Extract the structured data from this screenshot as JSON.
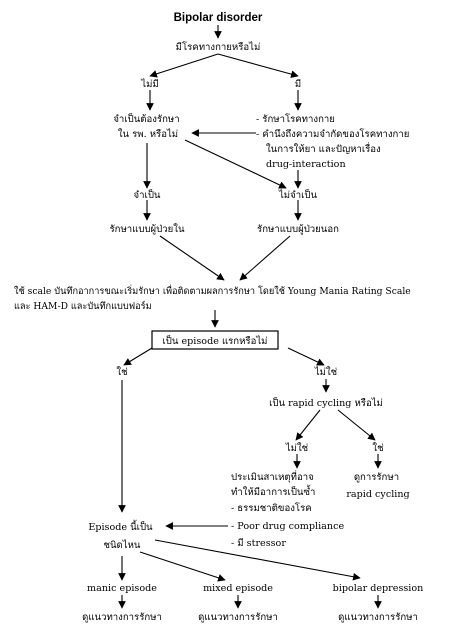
{
  "title": "Bipolar disorder",
  "q_physical": "มีโรคทางกายหรือไม่",
  "branch_no": "ไม่มี",
  "branch_yes": "มี",
  "q_admit": [
    "จำเป็นต้องรักษา",
    "ใน รพ. หรือไม่"
  ],
  "physical_notes": [
    "- รักษาโรคทางกาย",
    "- คำนึงถึงความจำกัดของโรคทางกาย",
    "ในการให้ยา และปัญหาเรื่อง",
    "drug-interaction"
  ],
  "need": "จำเป็น",
  "not_need": "ไม่จำเป็น",
  "inpatient": "รักษาแบบผู้ป่วยใน",
  "outpatient": "รักษาแบบผู้ป่วยนอก",
  "scale_note": [
    "ใช้ scale บันทึกอาการขณะเริ่มรักษา เพื่อติดตามผลการรักษา โดยใช้ Young Mania Rating Scale",
    "และ HAM-D และบันทึกแบบฟอร์ม"
  ],
  "q_first_episode": "เป็น episode แรกหรือไม่",
  "yes": "ใช่",
  "no": "ไม่ใช่",
  "q_rapid": "เป็น rapid cycling หรือไม่",
  "no2": "ไม่ใช่",
  "yes2": "ใช่",
  "relapse_eval": [
    "ประเมินสาเหตุที่อาจ",
    "ทำให้มีอาการเป็นซ้ำ",
    "- ธรรมชาติของโรค",
    "- Poor drug compliance",
    "- มี stressor"
  ],
  "rapid_treat": [
    "ดูการรักษา",
    "rapid cycling"
  ],
  "q_episode_type": [
    "Episode นี้เป็น",
    "ชนิดไหน"
  ],
  "episodes": [
    {
      "label": "manic episode",
      "action": "ดูแนวทางการรักษา"
    },
    {
      "label": "mixed episode",
      "action": "ดูแนวทางการรักษา"
    },
    {
      "label": "bipolar depression",
      "action": "ดูแนวทางการรักษา"
    }
  ]
}
